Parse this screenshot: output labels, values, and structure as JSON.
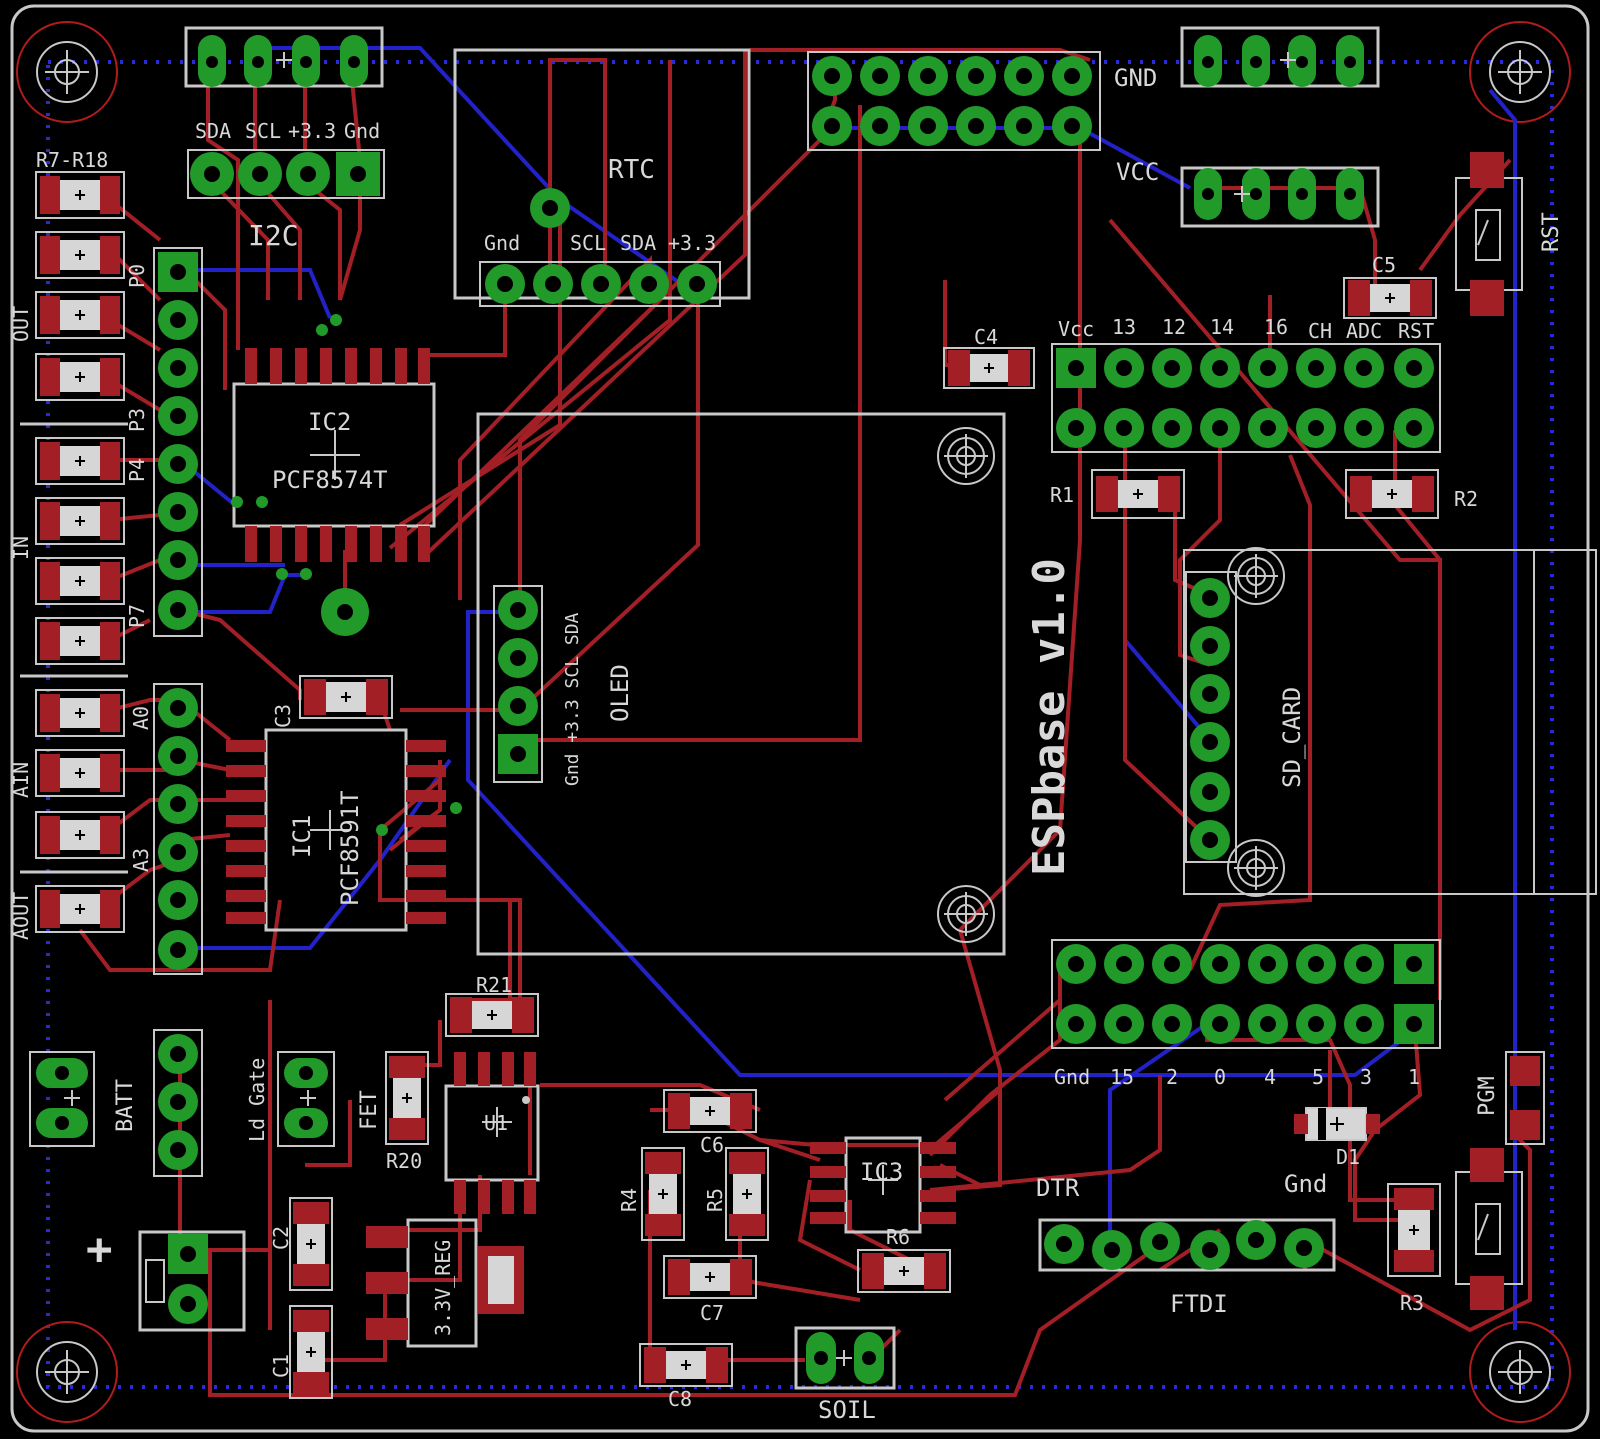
{
  "title": "ESPbase v1.0",
  "labels": {
    "i2c_pins": [
      "SDA",
      "SCL",
      "+3.3",
      "Gnd"
    ],
    "i2c": "I2C",
    "r7_r18": "R7-R18",
    "out": "OUT",
    "in": "IN",
    "ain": "AIN",
    "aout": "AOUT",
    "p0": "P0",
    "p3": "P3",
    "p4": "P4",
    "p7": "P7",
    "a0": "A0",
    "a3": "A3",
    "rtc": "RTC",
    "rtc_pins": [
      "Gnd",
      "SCL",
      "SDA",
      "+3.3"
    ],
    "ic2": "IC2",
    "ic2_part": "PCF8574T",
    "ic1": "IC1",
    "ic1_part": "PCF8591T",
    "c3": "C3",
    "oled_pins": "Gnd +3.3 SCL SDA",
    "oled": "OLED",
    "gnd_hdr": "GND",
    "vcc_hdr": "VCC",
    "rst": "RST",
    "c5": "C5",
    "c4": "C4",
    "esp_top_pins": [
      "Vcc",
      "13",
      "12",
      "14",
      "16",
      "CH",
      "ADC",
      "RST"
    ],
    "r1": "R1",
    "r2": "R2",
    "sd_card": "SD_CARD",
    "esp_bot_pins": [
      "Gnd",
      "15",
      "2",
      "0",
      "4",
      "5",
      "3",
      "1"
    ],
    "pgm": "PGM",
    "d1": "D1",
    "r3": "R3",
    "dtr": "DTR",
    "gnd_ftdi": "Gnd",
    "ftdi": "FTDI",
    "batt": "BATT",
    "ld_gate": "Ld Gate",
    "fet": "FET",
    "r21": "R21",
    "r20": "R20",
    "u1": "U1",
    "c6": "C6",
    "r4": "R4",
    "r5": "R5",
    "c7": "C7",
    "c8": "C8",
    "ic3": "IC3",
    "r6": "R6",
    "soil": "SOIL",
    "c2": "C2",
    "c1": "C1",
    "reg": "3.3V_REG",
    "plus": "+"
  },
  "colors": {
    "board_bg": "#000000",
    "outline": "#c8c8c8",
    "top_copper": "#a31f26",
    "bottom_copper": "#2222c8",
    "pad": "#219a2a",
    "smd": "#a31f26",
    "smd_body": "#d6d6d6",
    "silk": "#d8d8d8",
    "drill_ring": "#c82020"
  }
}
